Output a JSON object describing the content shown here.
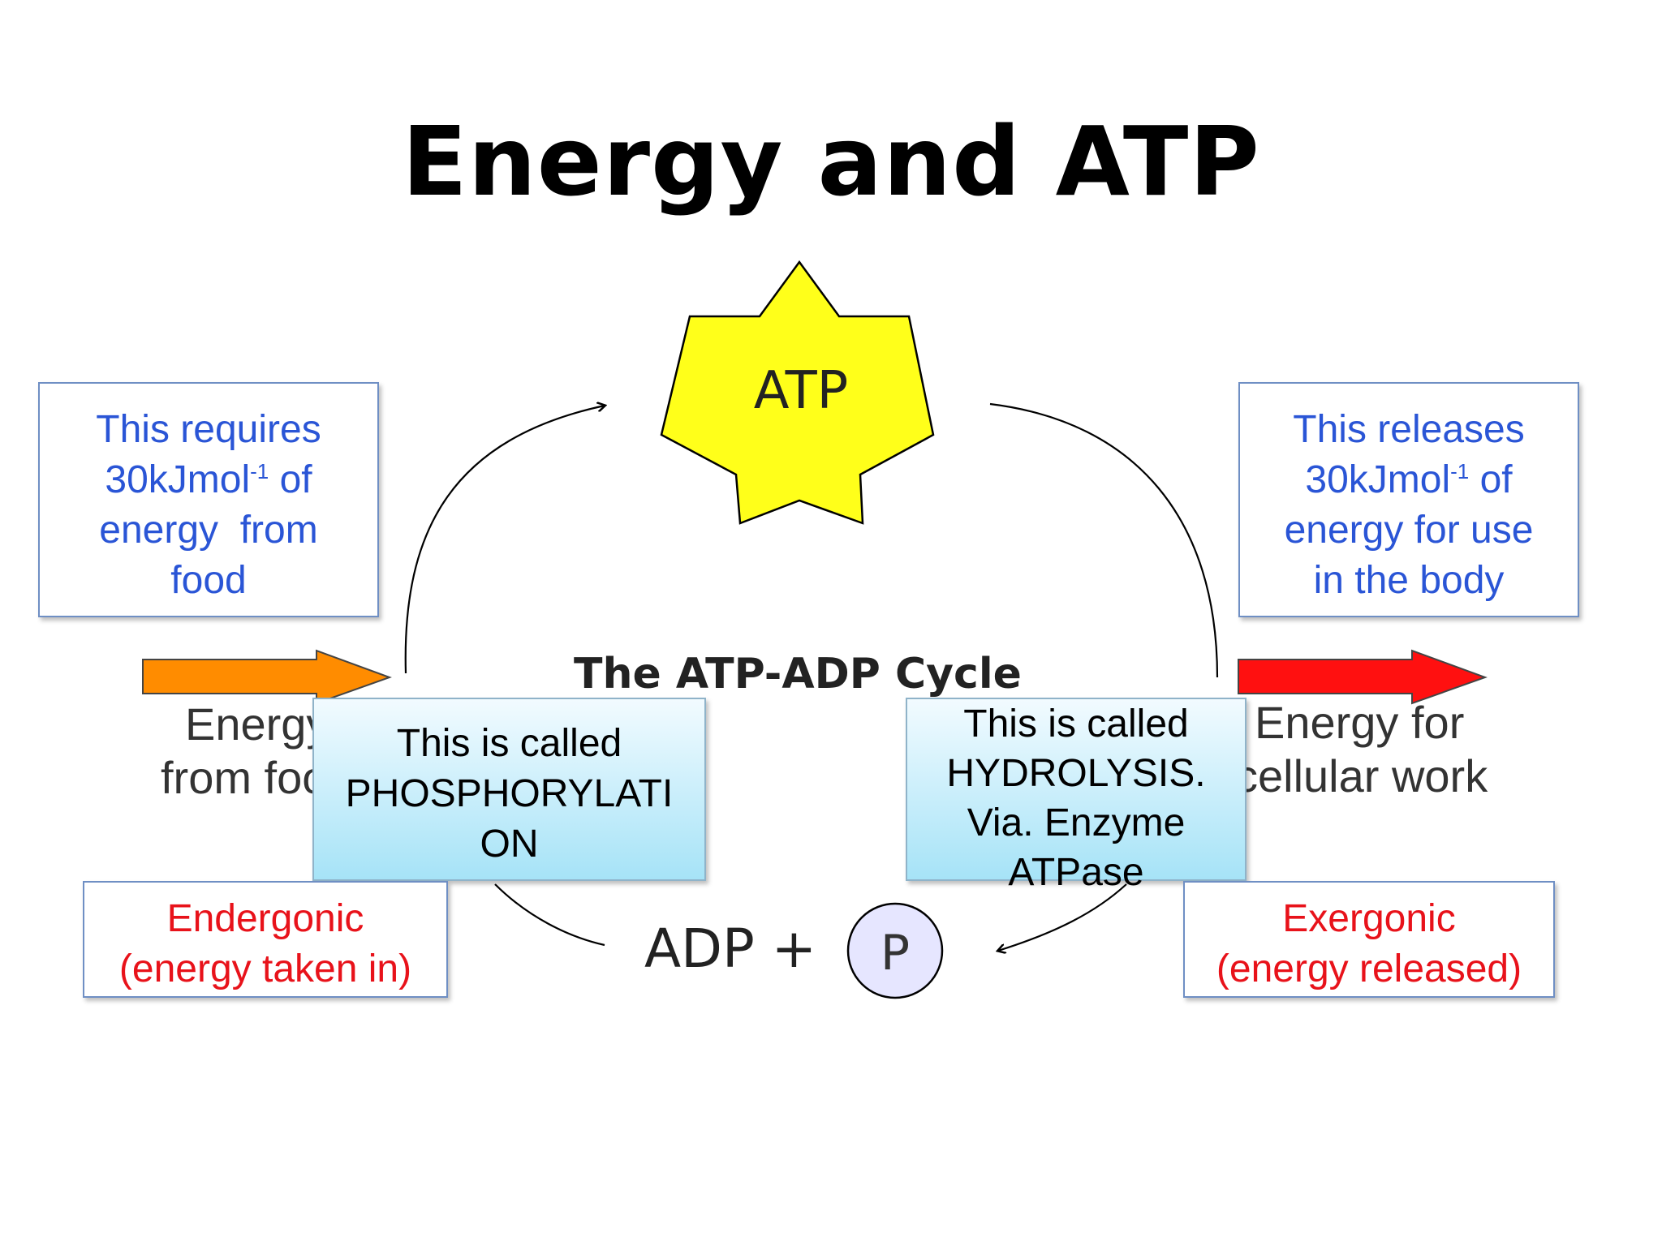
{
  "title": "Energy and ATP",
  "diagram": {
    "cycle_title": "The ATP-ADP Cycle",
    "atp_label": "ATP",
    "adp_label": "ADP +",
    "phosphate_label": "P",
    "left_energy_label": [
      "Energy",
      "from food"
    ],
    "right_energy_label": [
      "Energy for",
      "cellular work"
    ]
  },
  "left_top_box": {
    "line1": "This requires",
    "line2_main": "30kJmol",
    "line2_sup": "-1",
    "line2_end": " of",
    "line3": "energy  from",
    "line4": "food"
  },
  "right_top_box": {
    "line1": "This releases",
    "line2_main": "30kJmol",
    "line2_sup": "-1",
    "line2_end": " of",
    "line3": "energy for use",
    "line4": "in the body"
  },
  "phosphorylation_box": [
    "This is called",
    "PHOSPHORYLATI",
    "ON"
  ],
  "hydrolysis_box": [
    "This is called",
    "HYDROLYSIS.",
    "Via. Enzyme",
    "ATPase"
  ],
  "endergonic_box": [
    "Endergonic",
    "(energy taken in)"
  ],
  "exergonic_box": [
    "Exergonic",
    "(energy released)"
  ],
  "colors": {
    "star_fill": "#ffff1a",
    "left_arrow": "#ff8c00",
    "right_arrow": "#ff1010",
    "blue_text": "#2a55d6",
    "red_text": "#e8121a",
    "phosphate_fill": "#e6e6ff"
  }
}
